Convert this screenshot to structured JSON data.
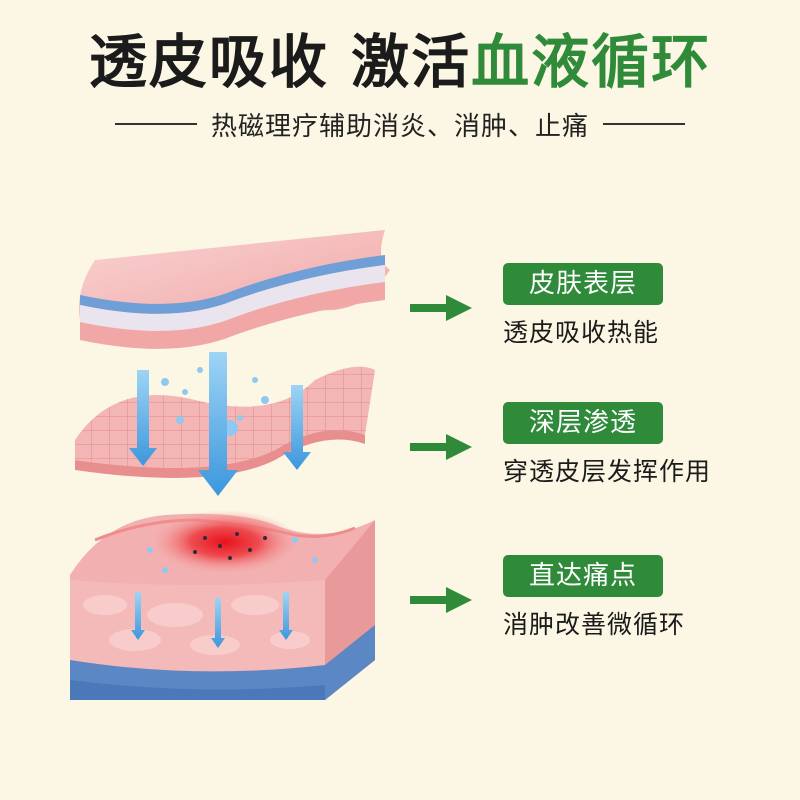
{
  "title": {
    "part1": "透皮吸收 激活",
    "part2": "血液循环"
  },
  "subtitle": "热磁理疗辅助消炎、消肿、止痛",
  "colors": {
    "accent_green": "#2f8a3a",
    "background": "#fbf7e4",
    "skin_pink": "#f4b5b5",
    "heat_red": "#e8262c",
    "arrow_blue": "#4aa6e0"
  },
  "layers": [
    {
      "label": "皮肤表层",
      "desc": "透皮吸收热能"
    },
    {
      "label": "深层渗透",
      "desc": "穿透皮层发挥作用"
    },
    {
      "label": "直达痛点",
      "desc": "消肿改善微循环"
    }
  ]
}
